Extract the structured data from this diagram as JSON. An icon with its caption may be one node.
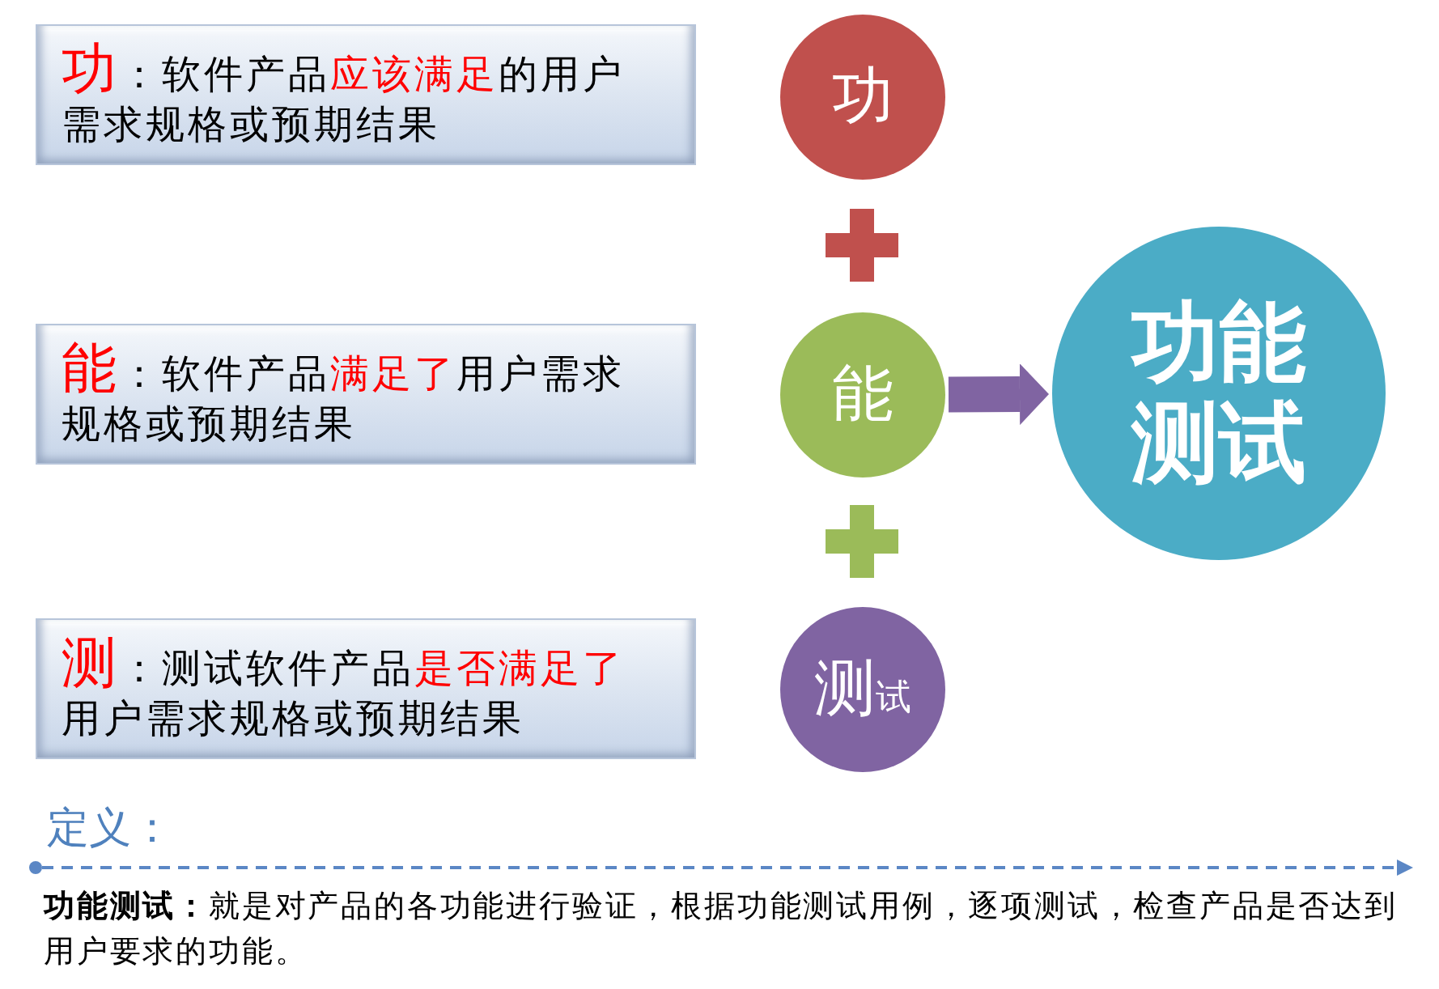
{
  "diagram": {
    "nodes": [
      {
        "text": [
          "功",
          "：软件产品**应该满足**的用户需求规格或预期结果"
        ]
      },
      {
        "text": [
          "功"
        ]
      },
      {
        "text": [
          "能",
          "：软件产品**满足了**用户需求规格或预期结果"
        ]
      },
      {
        "text": [
          "能"
        ]
      },
      {
        "text": [
          "功能测试"
        ]
      },
      {
        "text": [
          "测",
          "：测试软件产品**是否满足了**用户需求规格或预期结果"
        ]
      },
      {
        "text": [
          "测",
          "试"
        ]
      }
    ],
    "edges": [
      {
        "from": 3,
        "to": 4,
        "arrow": "to"
      }
    ],
    "labels": [
      "定义：",
      "**功能测试：**就是对产品的各功能进行验证，根据功能测试用例，逐项测试，检查产品是否达到用户要求的功能。"
    ]
  }
}
